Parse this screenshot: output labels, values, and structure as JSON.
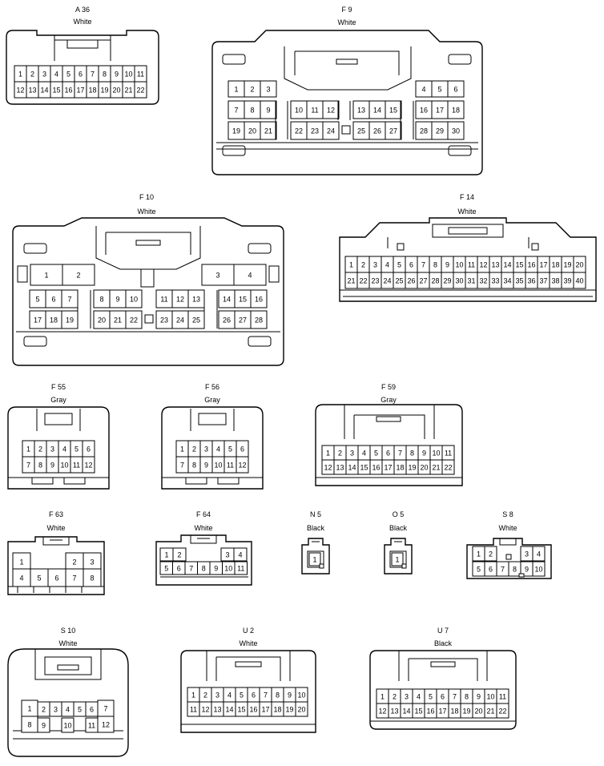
{
  "connectors": [
    {
      "id": "A36",
      "name": "A 36",
      "color": "White",
      "rows": [
        [
          "1",
          "2",
          "3",
          "4",
          "5",
          "6",
          "7",
          "8",
          "9",
          "10",
          "11"
        ],
        [
          "12",
          "13",
          "14",
          "15",
          "16",
          "17",
          "18",
          "19",
          "20",
          "21",
          "22"
        ]
      ]
    },
    {
      "id": "F9",
      "name": "F 9",
      "color": "White",
      "rows": [
        [
          "1",
          "2",
          "3",
          "4",
          "5",
          "6"
        ],
        [
          "7",
          "8",
          "9",
          "10",
          "11",
          "12",
          "13",
          "14",
          "15",
          "16",
          "17",
          "18"
        ],
        [
          "19",
          "20",
          "21",
          "22",
          "23",
          "24",
          "25",
          "26",
          "27",
          "28",
          "29",
          "30"
        ]
      ]
    },
    {
      "id": "F10",
      "name": "F 10",
      "color": "White",
      "rows": [
        [
          "1",
          "2",
          "3",
          "4"
        ],
        [
          "5",
          "6",
          "7",
          "8",
          "9",
          "10",
          "11",
          "12",
          "13",
          "14",
          "15",
          "16"
        ],
        [
          "17",
          "18",
          "19",
          "20",
          "21",
          "22",
          "23",
          "24",
          "25",
          "26",
          "27",
          "28"
        ]
      ]
    },
    {
      "id": "F14",
      "name": "F 14",
      "color": "White",
      "rows": [
        [
          "1",
          "2",
          "3",
          "4",
          "5",
          "6",
          "7",
          "8",
          "9",
          "10",
          "11",
          "12",
          "13",
          "14",
          "15",
          "16",
          "17",
          "18",
          "19",
          "20"
        ],
        [
          "21",
          "22",
          "23",
          "24",
          "25",
          "26",
          "27",
          "28",
          "29",
          "30",
          "31",
          "32",
          "33",
          "34",
          "35",
          "36",
          "37",
          "38",
          "39",
          "40"
        ]
      ]
    },
    {
      "id": "F55",
      "name": "F 55",
      "color": "Gray",
      "rows": [
        [
          "1",
          "2",
          "3",
          "4",
          "5",
          "6"
        ],
        [
          "7",
          "8",
          "9",
          "10",
          "11",
          "12"
        ]
      ]
    },
    {
      "id": "F56",
      "name": "F 56",
      "color": "Gray",
      "rows": [
        [
          "1",
          "2",
          "3",
          "4",
          "5",
          "6"
        ],
        [
          "7",
          "8",
          "9",
          "10",
          "11",
          "12"
        ]
      ]
    },
    {
      "id": "F59",
      "name": "F 59",
      "color": "Gray",
      "rows": [
        [
          "1",
          "2",
          "3",
          "4",
          "5",
          "6",
          "7",
          "8",
          "9",
          "10",
          "11"
        ],
        [
          "12",
          "13",
          "14",
          "15",
          "16",
          "17",
          "18",
          "19",
          "20",
          "21",
          "22"
        ]
      ]
    },
    {
      "id": "F63",
      "name": "F 63",
      "color": "White",
      "rows": [
        [
          "1",
          "2",
          "3"
        ],
        [
          "4",
          "5",
          "6",
          "7",
          "8"
        ]
      ]
    },
    {
      "id": "F64",
      "name": "F 64",
      "color": "White",
      "rows": [
        [
          "1",
          "2",
          "3",
          "4"
        ],
        [
          "5",
          "6",
          "7",
          "8",
          "9",
          "10",
          "11"
        ]
      ]
    },
    {
      "id": "N5",
      "name": "N 5",
      "color": "Black",
      "rows": [
        [
          "1"
        ]
      ]
    },
    {
      "id": "O5",
      "name": "O 5",
      "color": "Black",
      "rows": [
        [
          "1"
        ]
      ]
    },
    {
      "id": "S8",
      "name": "S 8",
      "color": "White",
      "rows": [
        [
          "1",
          "2",
          "3",
          "4"
        ],
        [
          "5",
          "6",
          "7",
          "8",
          "9",
          "10"
        ]
      ]
    },
    {
      "id": "S10",
      "name": "S 10",
      "color": "White",
      "rows": [
        [
          "1",
          "2",
          "3",
          "4",
          "5",
          "6",
          "7"
        ],
        [
          "8",
          "9",
          "10",
          "11",
          "12"
        ]
      ]
    },
    {
      "id": "U2",
      "name": "U 2",
      "color": "White",
      "rows": [
        [
          "1",
          "2",
          "3",
          "4",
          "5",
          "6",
          "7",
          "8",
          "9",
          "10"
        ],
        [
          "11",
          "12",
          "13",
          "14",
          "15",
          "16",
          "17",
          "18",
          "19",
          "20"
        ]
      ]
    },
    {
      "id": "U7",
      "name": "U 7",
      "color": "Black",
      "rows": [
        [
          "1",
          "2",
          "3",
          "4",
          "5",
          "6",
          "7",
          "8",
          "9",
          "10",
          "11"
        ],
        [
          "12",
          "13",
          "14",
          "15",
          "16",
          "17",
          "18",
          "19",
          "20",
          "21",
          "22"
        ]
      ]
    }
  ]
}
